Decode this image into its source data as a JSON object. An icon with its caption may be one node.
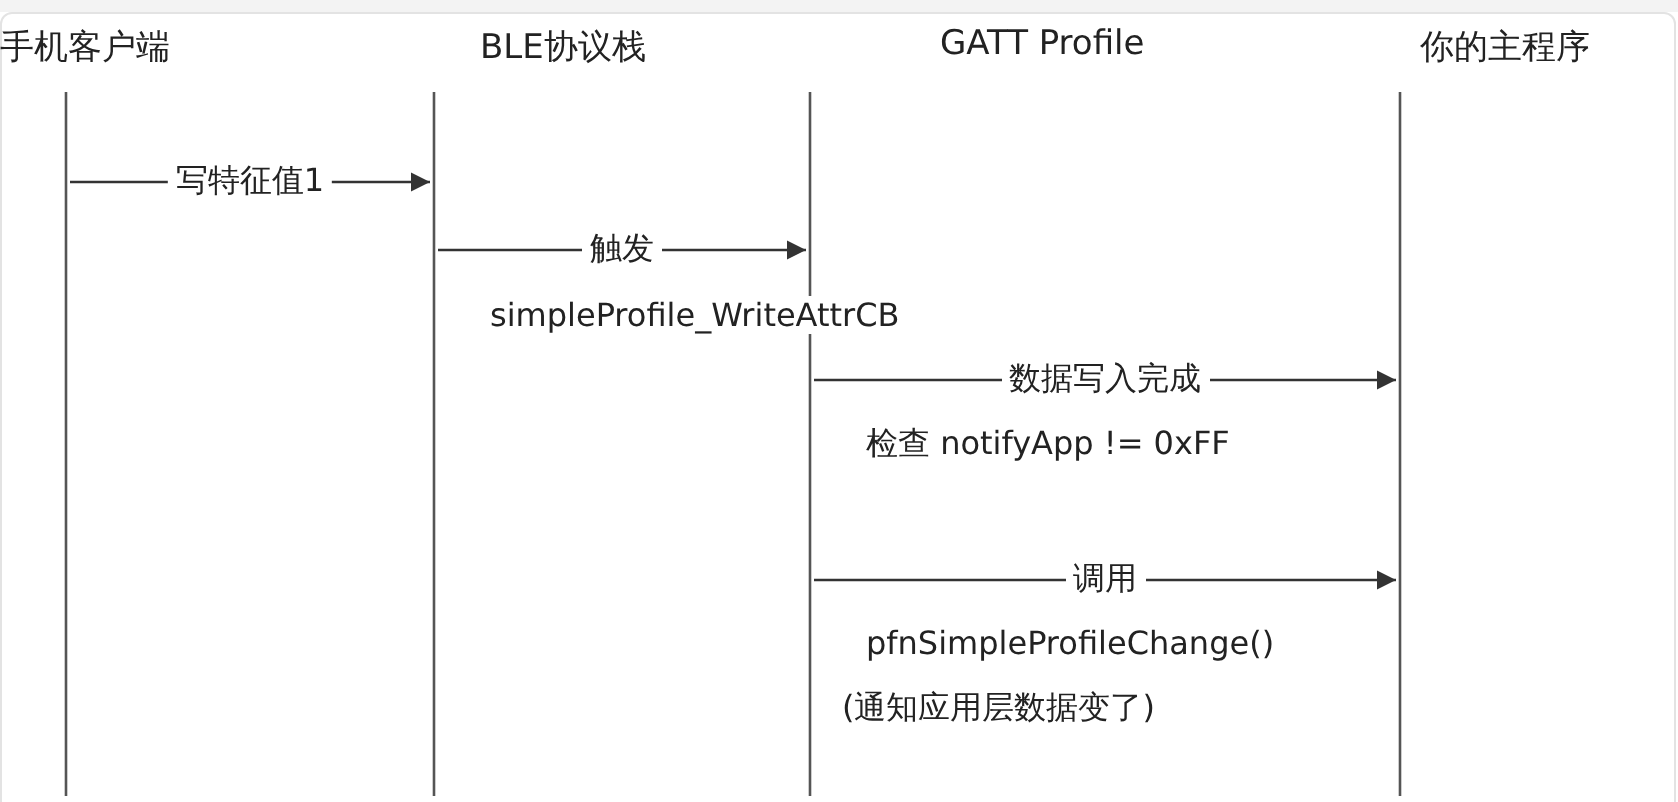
{
  "diagram": {
    "nodes": [
      {
        "text": [
          "手机客户端"
        ]
      },
      {
        "text": [
          "BLE协议栈"
        ]
      },
      {
        "text": [
          "GATT Profile"
        ]
      },
      {
        "text": [
          "你的主程序"
        ]
      }
    ],
    "edges": [
      {
        "from": 0,
        "to": 1,
        "arrow": "to",
        "label": "写特征值1"
      },
      {
        "from": 1,
        "to": 2,
        "arrow": "to",
        "label": "触发"
      },
      {
        "from": 2,
        "to": 3,
        "arrow": "to",
        "label": "数据写入完成"
      },
      {
        "from": 2,
        "to": 3,
        "arrow": "to",
        "label": "调用"
      }
    ],
    "labels": [
      "simpleProfile_WriteAttrCB",
      "检查 notifyApp != 0xFF",
      "pfnSimpleProfileChange()",
      "(通知应用层数据变了)"
    ]
  }
}
